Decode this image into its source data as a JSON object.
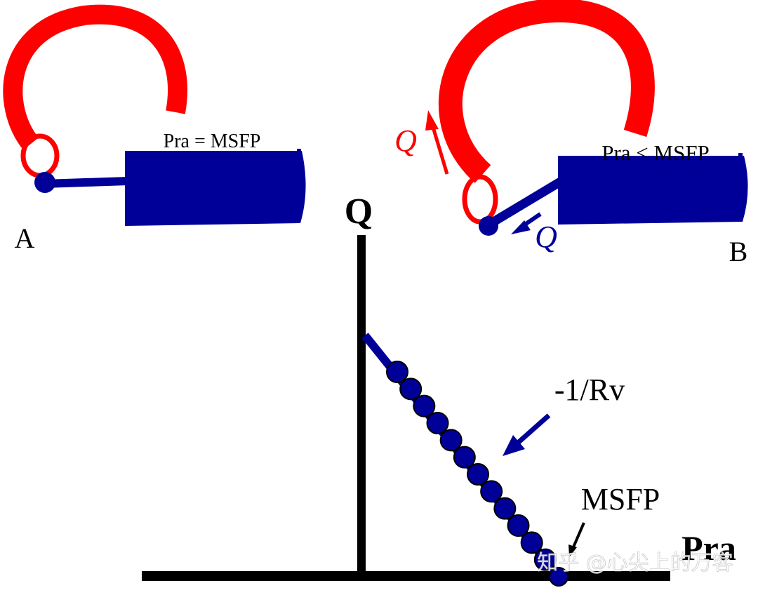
{
  "panel_a": {
    "letter": "A",
    "equation": "Pra = MSFP"
  },
  "panel_b": {
    "letter": "B",
    "equation": "Pra < MSFP",
    "flow_label_arterial": "Q",
    "flow_label_venous": "Q"
  },
  "graph": {
    "y_axis_label": "Q",
    "x_axis_label": "Pra",
    "slope_label": "-1/Rv",
    "intercept_label": "MSFP",
    "bead_count": 13
  },
  "watermark": "知乎 @心尖上的万客",
  "colors": {
    "artery": "#ff0000",
    "vein": "#000099",
    "axis": "#000000"
  }
}
